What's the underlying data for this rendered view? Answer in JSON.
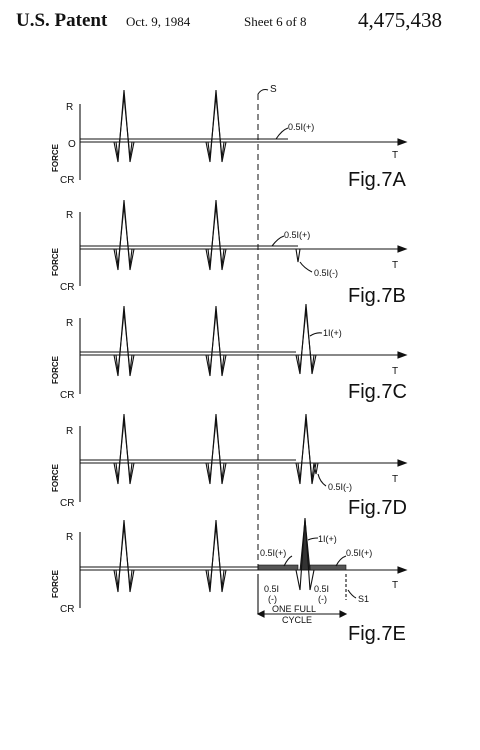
{
  "header": {
    "patent": "U.S. Patent",
    "date": "Oct. 9, 1984",
    "sheet": "Sheet 6 of 8",
    "number": "4,475,438"
  },
  "axis_labels": {
    "r": "R",
    "force": "FORCE",
    "zero": "O",
    "cr": "CR",
    "t": "T"
  },
  "s_label": "S",
  "s1_label": "S1",
  "figures": [
    {
      "label": "Fig.7A",
      "annotations": [
        "0.5I(+)"
      ]
    },
    {
      "label": "Fig.7B",
      "annotations": [
        "0.5I(+)",
        "0.5I(-)"
      ]
    },
    {
      "label": "Fig.7C",
      "annotations": [
        "1I(+)"
      ]
    },
    {
      "label": "Fig.7D",
      "annotations": [
        "0.5I(-)"
      ]
    },
    {
      "label": "Fig.7E",
      "annotations": [
        "0.5I(+)",
        "1I(+)",
        "0.5I(+)",
        "0.5I",
        "(-)",
        "0.5I",
        "(-)"
      ]
    }
  ],
  "cycle_label": {
    "line1": "ONE FULL",
    "line2": "CYCLE"
  }
}
